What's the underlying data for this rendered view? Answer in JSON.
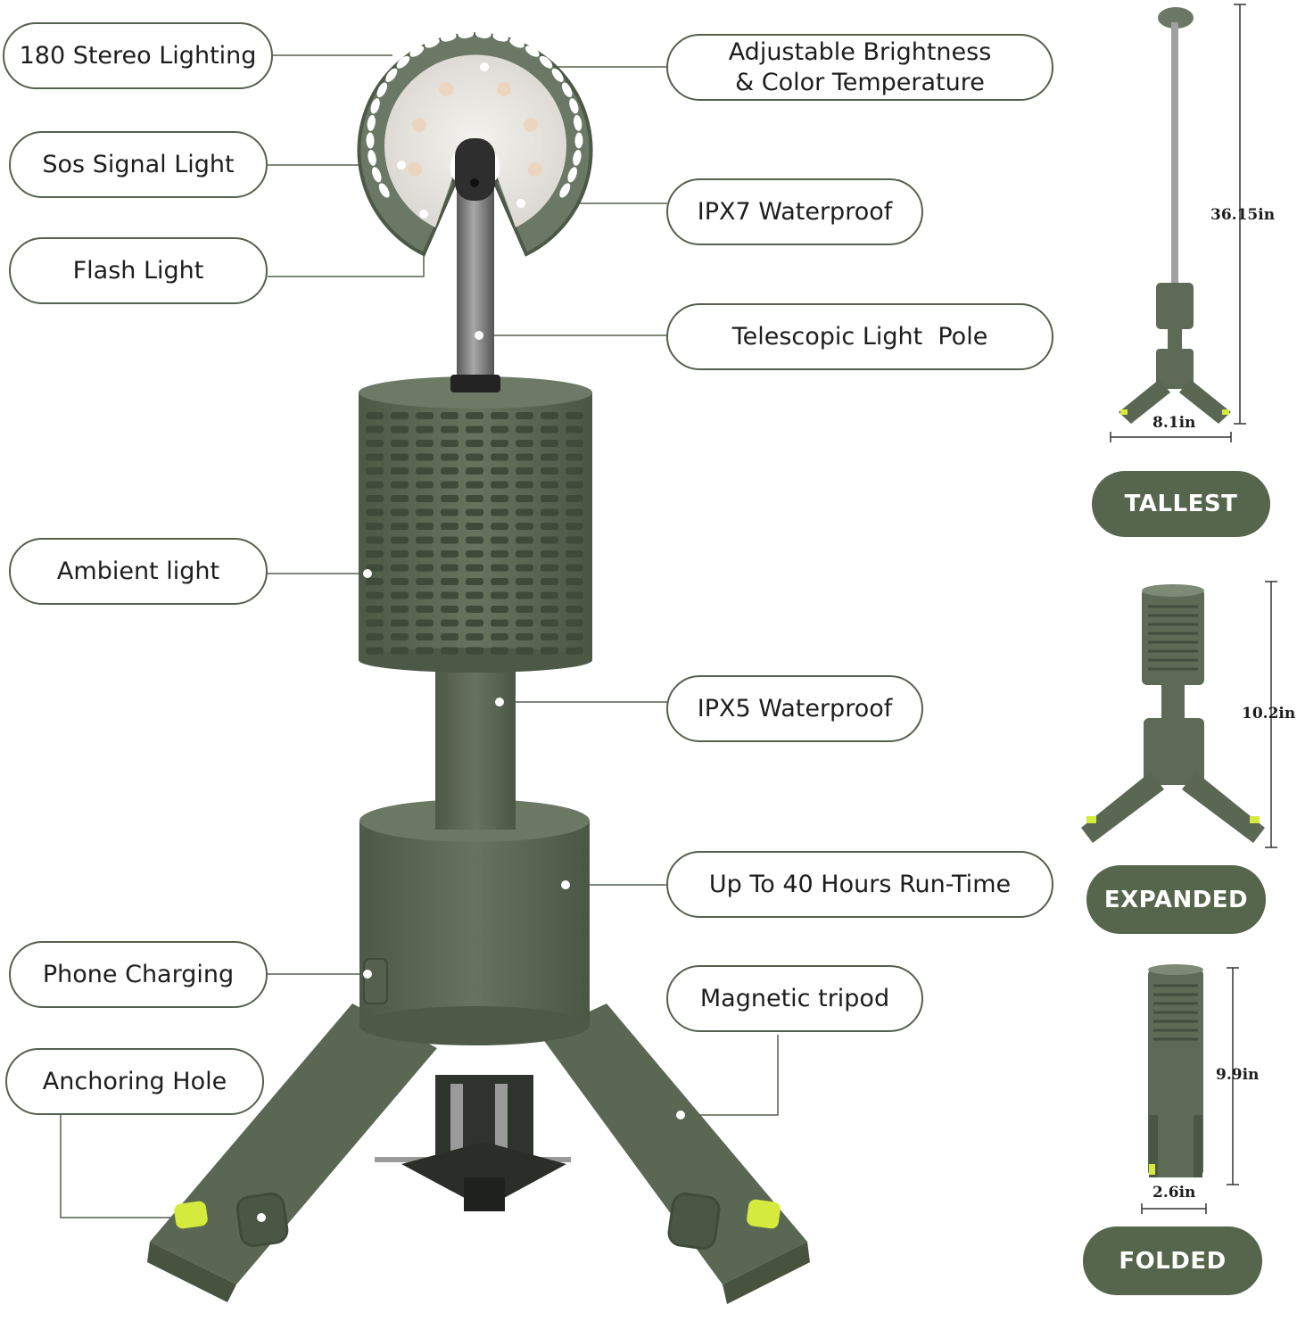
{
  "callouts": {
    "stereo_lighting": "180 Stereo Lighting",
    "sos_signal": "Sos Signal Light",
    "flash_light": "Flash Light",
    "ambient_light": "Ambient light",
    "phone_charging": "Phone Charging",
    "anchoring_hole": "Anchoring Hole",
    "brightness_line1": "Adjustable Brightness",
    "brightness_line2": "& Color Temperature",
    "ipx7": "IPX7 Waterproof",
    "telescopic_pole": "Telescopic Light  Pole",
    "ipx5": "IPX5 Waterproof",
    "run_time": "Up To 40 Hours Run-Time",
    "magnetic_tripod": "Magnetic tripod"
  },
  "modes": {
    "tallest": {
      "label": "TALLEST",
      "height": "36.15in",
      "width": "8.1in"
    },
    "expanded": {
      "label": "EXPANDED",
      "height": "10.2in"
    },
    "folded": {
      "label": "FOLDED",
      "height": "9.9in",
      "width": "2.6in"
    }
  },
  "colors": {
    "body_green": "#5d6b56",
    "pill_green": "#55664d",
    "accent_yellow": "#d4ea3c",
    "outline": "#55604d"
  }
}
